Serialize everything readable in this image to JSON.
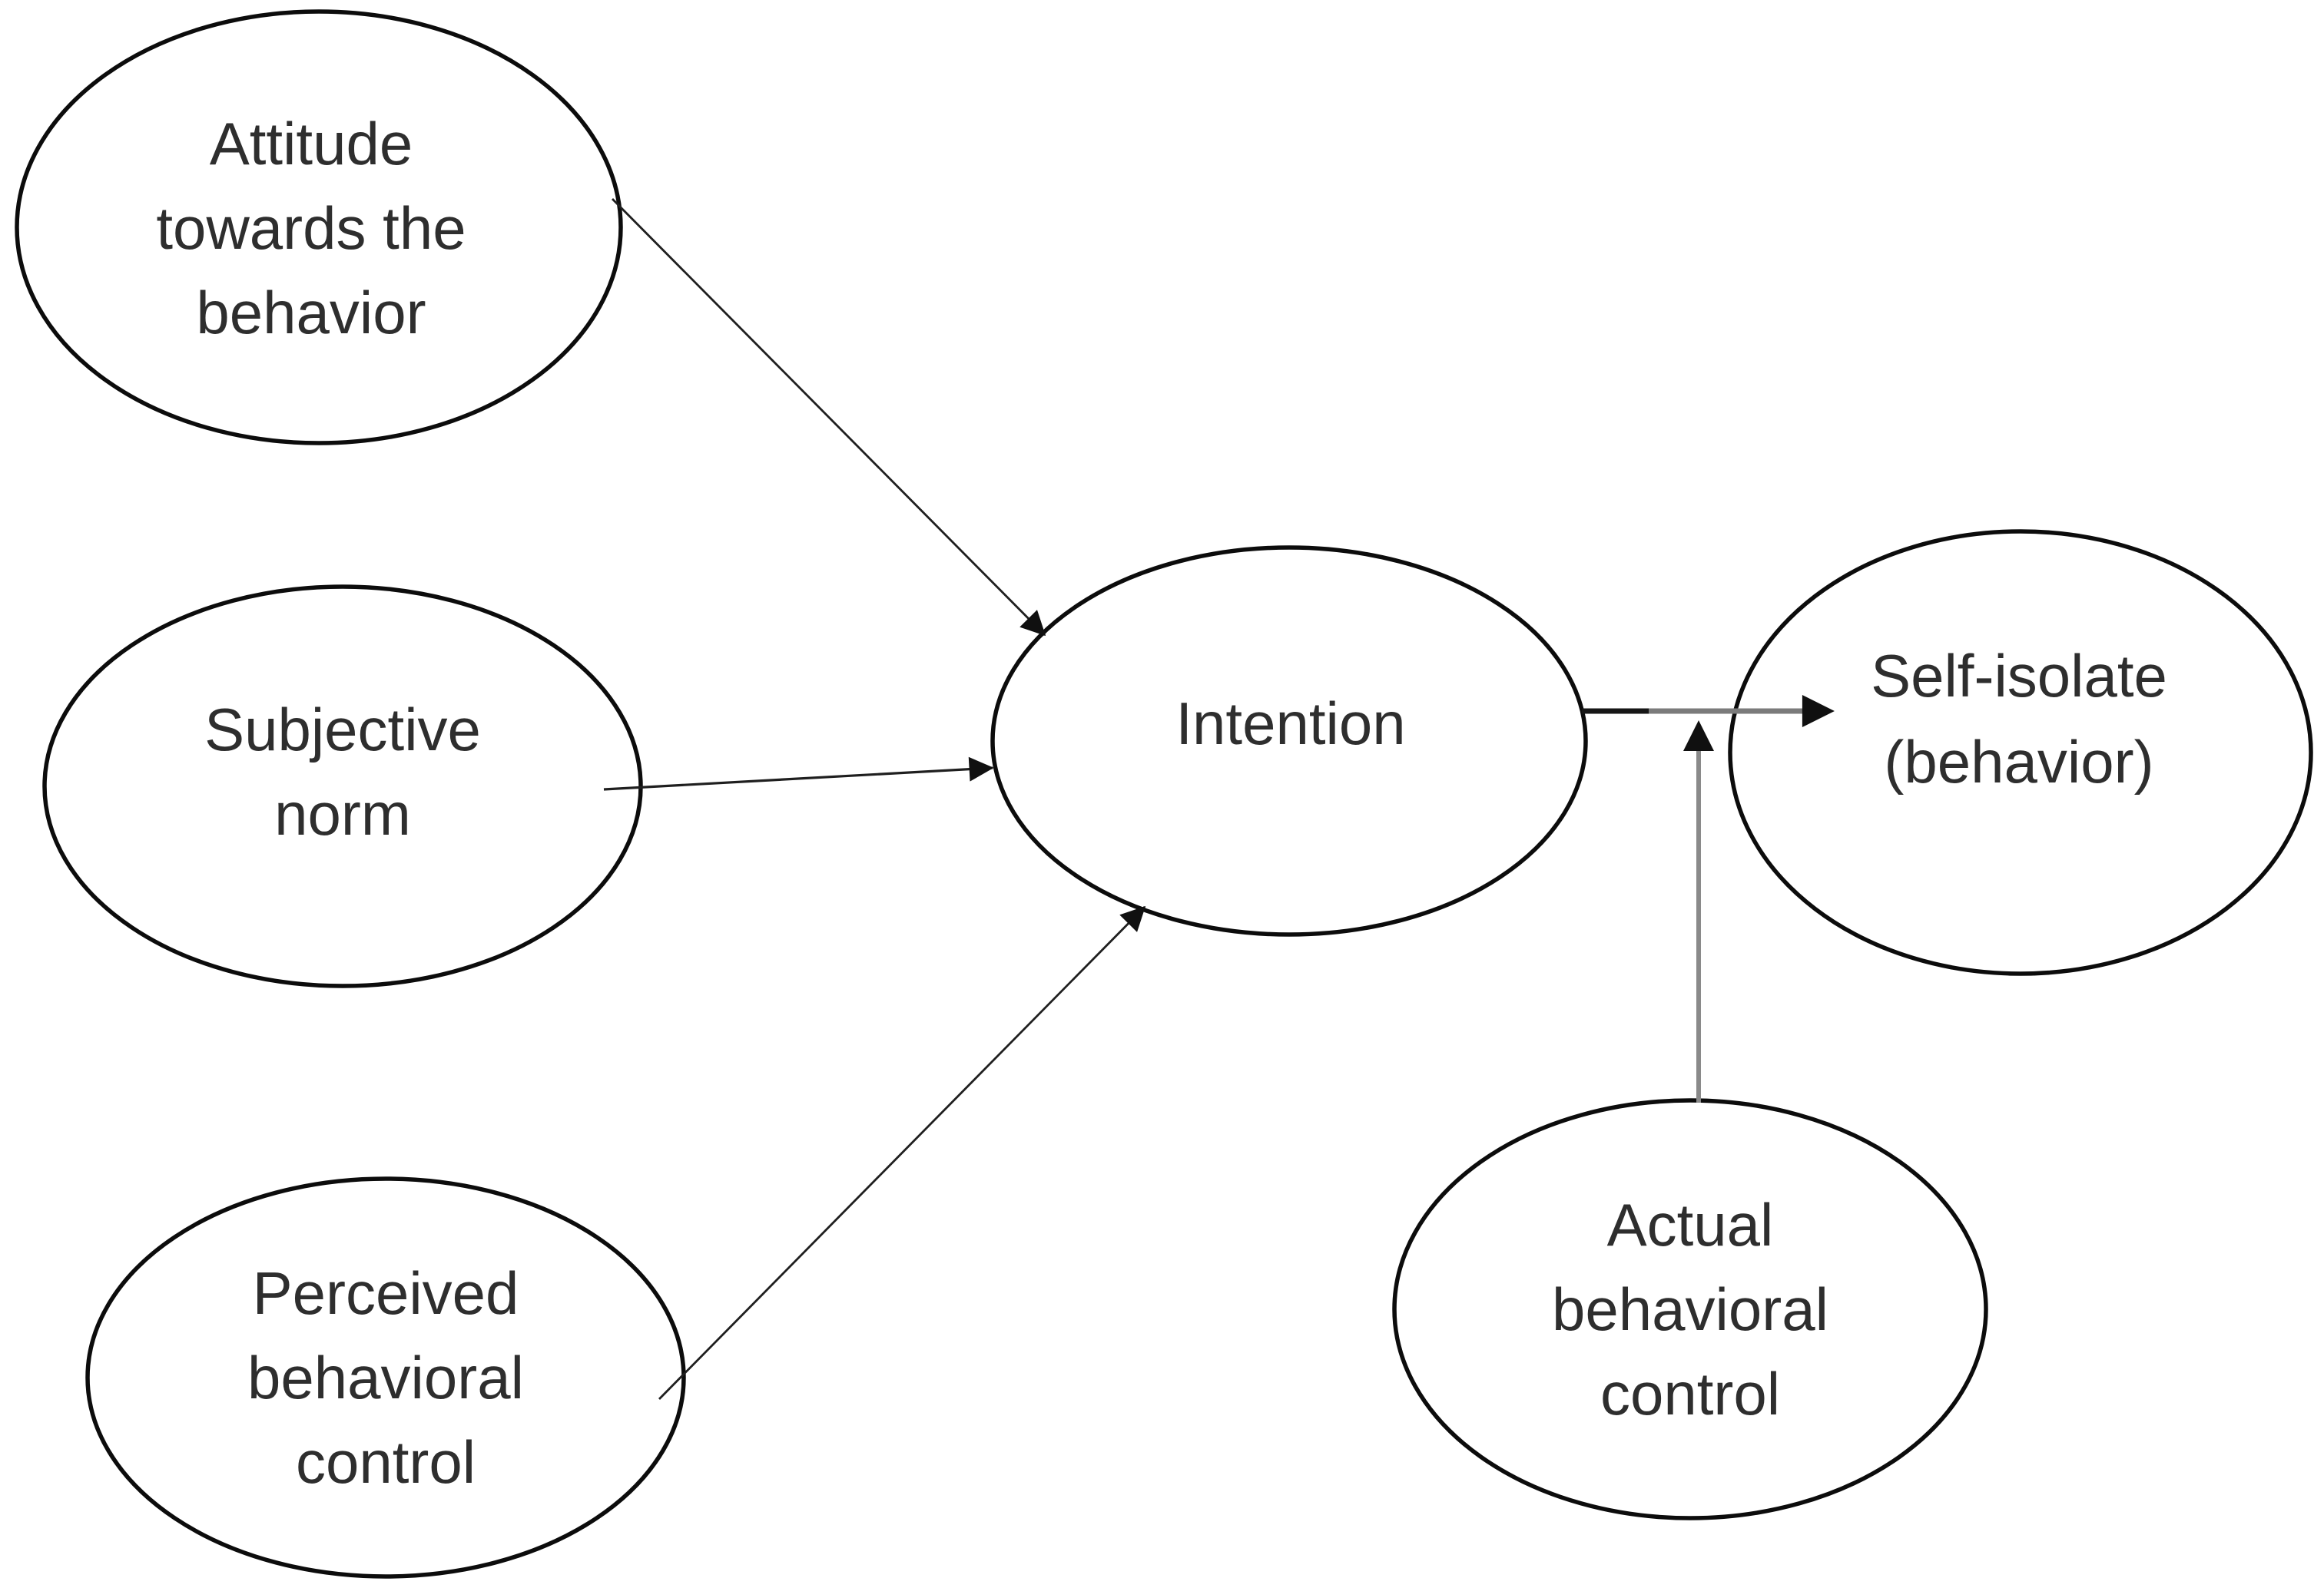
{
  "nodes": {
    "attitude": {
      "label": "Attitude towards the behavior",
      "lines": [
        "Attitude",
        "towards the",
        "behavior"
      ]
    },
    "subjective_norm": {
      "label": "Subjective norm",
      "lines": [
        "Subjective",
        "norm"
      ]
    },
    "perceived_behavioral_control": {
      "label": "Perceived behavioral control",
      "lines": [
        "Perceived",
        "behavioral",
        "control"
      ]
    },
    "intention": {
      "label": "Intention",
      "lines": [
        "Intention"
      ]
    },
    "self_isolate": {
      "label": "Self-isolate (behavior)",
      "lines": [
        "Self-isolate",
        "(behavior)"
      ]
    },
    "actual_behavioral_control": {
      "label": "Actual behavioral control",
      "lines": [
        "Actual",
        "behavioral",
        "control"
      ]
    }
  },
  "edges": [
    {
      "from": "attitude-towards-the-behavior",
      "to": "intention"
    },
    {
      "from": "subjective-norm",
      "to": "intention"
    },
    {
      "from": "perceived-behavioral-control",
      "to": "intention"
    },
    {
      "from": "intention",
      "to": "self-isolate-behavior"
    },
    {
      "from": "actual-behavioral-control",
      "to": "intention-to-self-isolate-arrow"
    }
  ],
  "colors": {
    "background": "#ffffff",
    "node_fill": "#ffffff",
    "node_stroke": "#0c0c0c",
    "text": "#2e2e2e",
    "connector": "#1f1f1f",
    "connector_black": "#161616",
    "connector_gray": "#7b7b7b",
    "connector_gray_light": "#8a8a8a",
    "arrowhead": "#101010"
  }
}
